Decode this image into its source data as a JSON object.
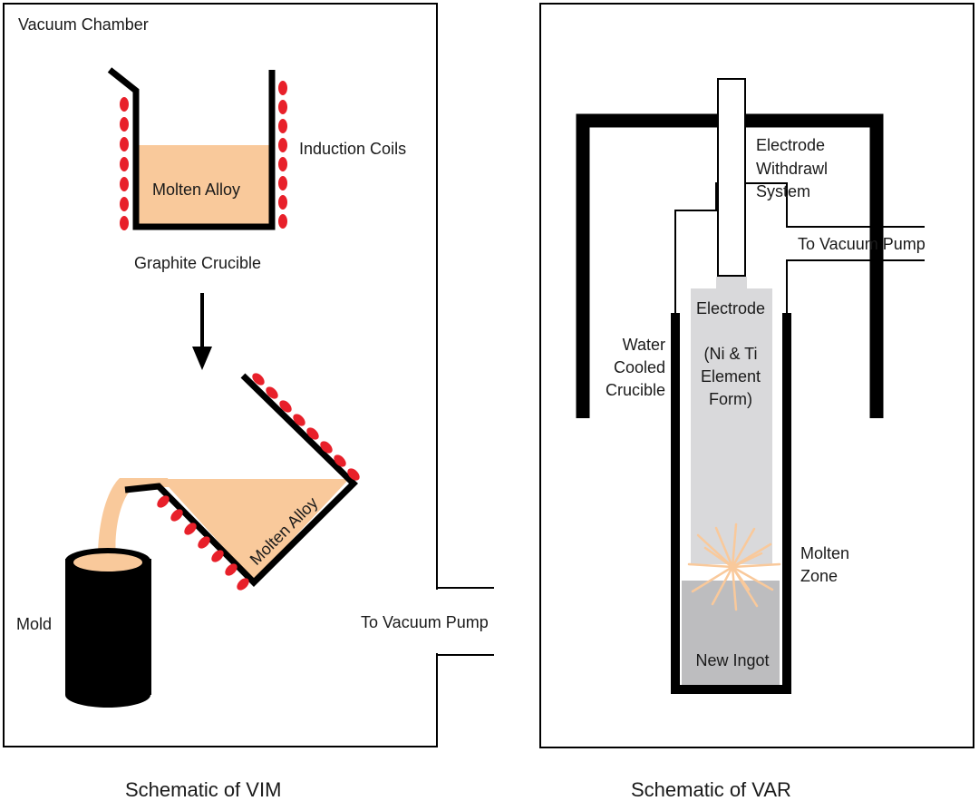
{
  "colors": {
    "molten": "#f9c99b",
    "coil": "#e8202a",
    "wall": "#000000",
    "electrode": "#d9d9db",
    "ingot": "#bdbdbf",
    "spark": "#f9c99b"
  },
  "vim": {
    "chamber_label": "Vacuum Chamber",
    "coils_label": "Induction Coils",
    "upper_molten_label": "Molten Alloy",
    "crucible_label": "Graphite Crucible",
    "tilted_molten_label": "Molten Alloy",
    "mold_label": "Mold",
    "pump_label": "To Vacuum Pump",
    "caption": "Schematic of VIM"
  },
  "var": {
    "withdrawal_lines": [
      "Electrode",
      "Withdrawl",
      "System"
    ],
    "pump_label": "To Vacuum Pump",
    "electrode_lines": [
      "Electrode",
      "",
      "(Ni & Ti",
      "Element",
      "Form)"
    ],
    "crucible_lines": [
      "Water",
      "Cooled",
      "Crucible"
    ],
    "molten_zone_lines": [
      "Molten",
      "Zone"
    ],
    "ingot_label": "New Ingot",
    "caption": "Schematic of VAR"
  }
}
